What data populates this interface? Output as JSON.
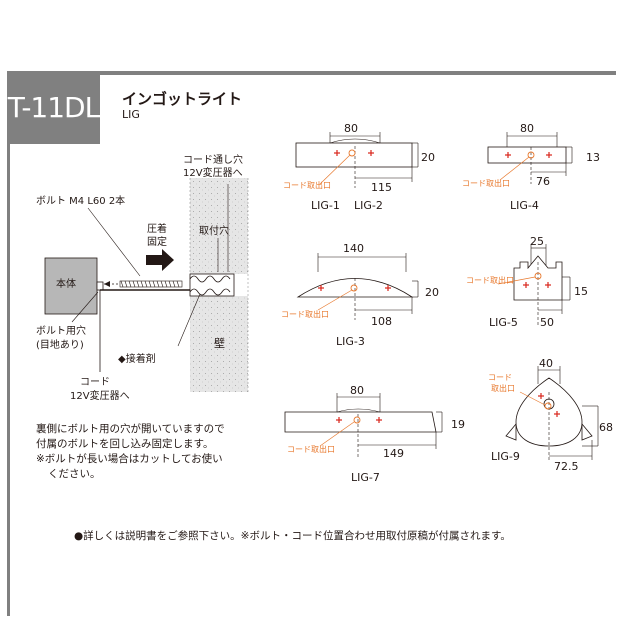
{
  "header": {
    "code": "T-11DL",
    "title": "インゴットライト",
    "subtitle": "LIG"
  },
  "install_diagram": {
    "label_cord_hole": "コード通し穴",
    "label_cord_hole_sub": "12V変圧器へ",
    "label_bolt": "ボルト M4 L60 2本",
    "label_press": "圧着",
    "label_fix": "固定",
    "label_mount_hole": "取付穴",
    "label_body": "本体",
    "label_bolt_hole": "ボルト用穴",
    "label_bolt_hole_sub": "(目地あり)",
    "label_cord": "コード",
    "label_cord_sub": "12V変圧器へ",
    "label_adhesive": "◆接着剤",
    "label_wall": "壁"
  },
  "note": {
    "line1": "裏側にボルト用の穴が開いていますので",
    "line2": "付属のボルトを回し込み固定します。",
    "line3": "※ボルトが長い場合はカットしてお使い",
    "line4": "ください。"
  },
  "models": {
    "cord_outlet_label": "コード取出口",
    "lig12": {
      "name1": "LIG-1",
      "name2": "LIG-2",
      "dim_top": "80",
      "dim_bottom": "115",
      "dim_height": "20"
    },
    "lig4": {
      "name": "LIG-4",
      "dim_top": "80",
      "dim_bottom": "76",
      "dim_height": "13"
    },
    "lig3": {
      "name": "LIG-3",
      "dim_top": "140",
      "dim_bottom": "108",
      "dim_height": "20"
    },
    "lig5": {
      "name": "LIG-5",
      "dim_top": "25",
      "dim_bottom": "50",
      "dim_height": "15"
    },
    "lig7": {
      "name": "LIG-7",
      "dim_top": "80",
      "dim_bottom": "149",
      "dim_height": "19"
    },
    "lig9": {
      "name": "LIG-9",
      "dim_top": "40",
      "dim_bottom": "72.5",
      "dim_height": "68"
    }
  },
  "footer": {
    "text": "●詳しくは説明書をご参照下さい。※ボルト・コード位置合わせ用取付原稿が付属されます。"
  },
  "colors": {
    "header_gray": "#808080",
    "outlet_orange": "#e8792e",
    "mark_red": "#d9261c",
    "wall_gray": "#e6e6e6",
    "body_gray": "#b7b7b7"
  }
}
